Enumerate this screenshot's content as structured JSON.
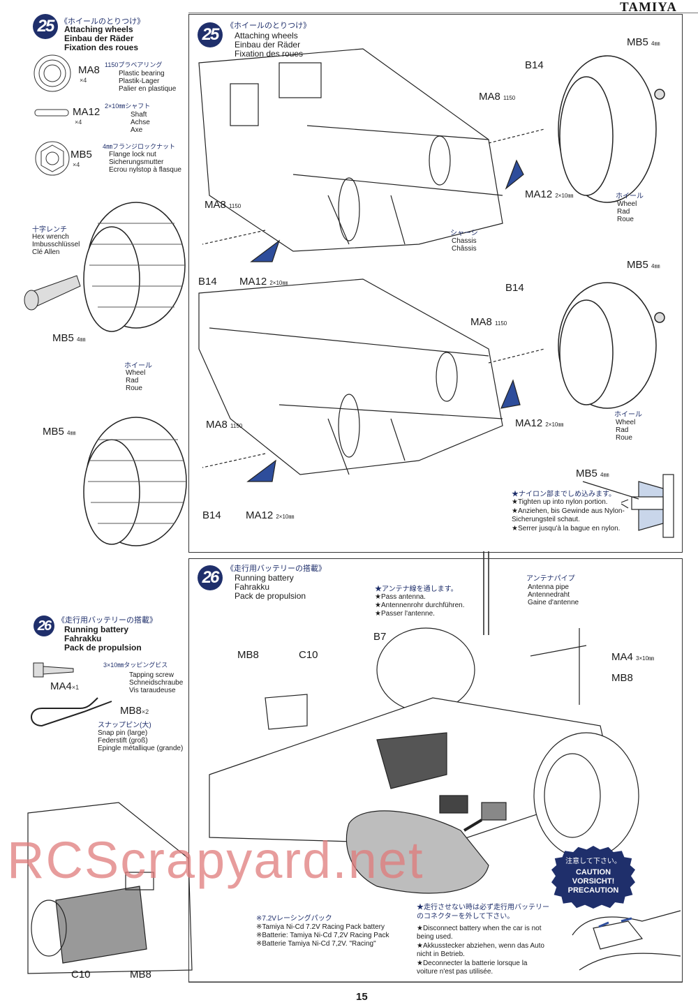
{
  "header": {
    "brand": "TAMIYA"
  },
  "step25": {
    "number": "25",
    "title_jp": "《ホイールのとりつけ》",
    "title_en": "Attaching wheels",
    "title_de": "Einbau der Räder",
    "title_fr": "Fixation des roues",
    "parts": [
      {
        "code": "MA8",
        "qty": "×4",
        "jp": "1150プラベアリング",
        "en": "Plastic bearing",
        "de": "Plastik-Lager",
        "fr": "Palier en plastique"
      },
      {
        "code": "MA12",
        "qty": "×4",
        "jp": "2×10㎜シャフト",
        "en": "Shaft",
        "de": "Achse",
        "fr": "Axe"
      },
      {
        "code": "MB5",
        "qty": "×4",
        "jp": "4㎜フランジロックナット",
        "en": "Flange lock nut",
        "de": "Sicherungsmutter",
        "fr": "Ecrou nylstop à flasque"
      }
    ],
    "wrench": {
      "jp": "十字レンチ",
      "en": "Hex wrench",
      "de": "Imbusschlüssel",
      "fr": "Clé Allen"
    },
    "wheel": {
      "jp": "ホイール",
      "en": "Wheel",
      "de": "Rad",
      "fr": "Roue"
    },
    "chassis": {
      "jp": "シャーシ",
      "en": "Chassis",
      "de": "Châssis"
    },
    "labels": {
      "ma8": "MA8",
      "ma8_size": "1150",
      "ma12": "MA12",
      "ma12_size": "2×10㎜",
      "mb5": "MB5",
      "mb5_size": "4㎜",
      "b14": "B14"
    },
    "note": {
      "jp": "★ナイロン部までしめ込みます。",
      "en": "★Tighten up into nylon portion.",
      "de": "★Anziehen, bis Gewinde aus Nylon-Sicherungsteil schaut.",
      "fr": "★Serrer jusqu'à la bague en nylon."
    }
  },
  "step26": {
    "number": "26",
    "title_jp": "《走行用バッテリーの搭載》",
    "title_en": "Running battery",
    "title_de": "Fahrakku",
    "title_fr": "Pack de propulsion",
    "parts": [
      {
        "code": "MA4",
        "qty": "×1",
        "jp": "3×10㎜タッピングビス",
        "en": "Tapping screw",
        "de": "Schneidschraube",
        "fr": "Vis taraudeuse"
      },
      {
        "code": "MB8",
        "qty": "×2",
        "jp": "スナップピン(大)",
        "en": "Snap pin (large)",
        "de": "Federstift (groß)",
        "fr": "Epingle métallique (grande)"
      }
    ],
    "antenna": {
      "jp": "★アンテナ線を通します。",
      "en": "★Pass antenna.",
      "de": "★Antennenrohr durchführen.",
      "fr": "★Passer l'antenne."
    },
    "antenna_pipe": {
      "jp": "アンテナパイプ",
      "en": "Antenna pipe",
      "de": "Antennedraht",
      "fr": "Gaine d'antenne"
    },
    "labels": {
      "mb8": "MB8",
      "c10": "C10",
      "b7": "B7",
      "ma4": "MA4",
      "ma4_size": "3×10㎜"
    },
    "battery": {
      "jp": "※7.2Vレーシングパック",
      "en": "※Tamiya Ni-Cd 7.2V Racing Pack battery",
      "de": "※Batterie: Tamiya Ni-Cd 7,2V Racing Pack",
      "fr": "※Batterie Tamiya Ni-Cd 7,2V. \"Racing\""
    },
    "disconnect": {
      "jp": "★走行させない時は必ず走行用バッテリーのコネクターを外して下さい。",
      "en": "★Disconnect battery when the car is not being used.",
      "de": "★Akkusstecker abziehen, wenn das Auto nicht in Betrieb.",
      "fr": "★Deconnecter la batterie lorsque la voiture n'est pas utilisée."
    },
    "caution": {
      "jp": "注意して下さい。",
      "en": "CAUTION",
      "de": "VORSICHT!",
      "fr": "PRECAUTION"
    }
  },
  "footer": {
    "page": "15",
    "watermark": "RCScrapyard.net"
  },
  "colors": {
    "accent": "#1f2f6b",
    "watermark": "#e07b7b",
    "part_tint": "#c9d6ea"
  }
}
